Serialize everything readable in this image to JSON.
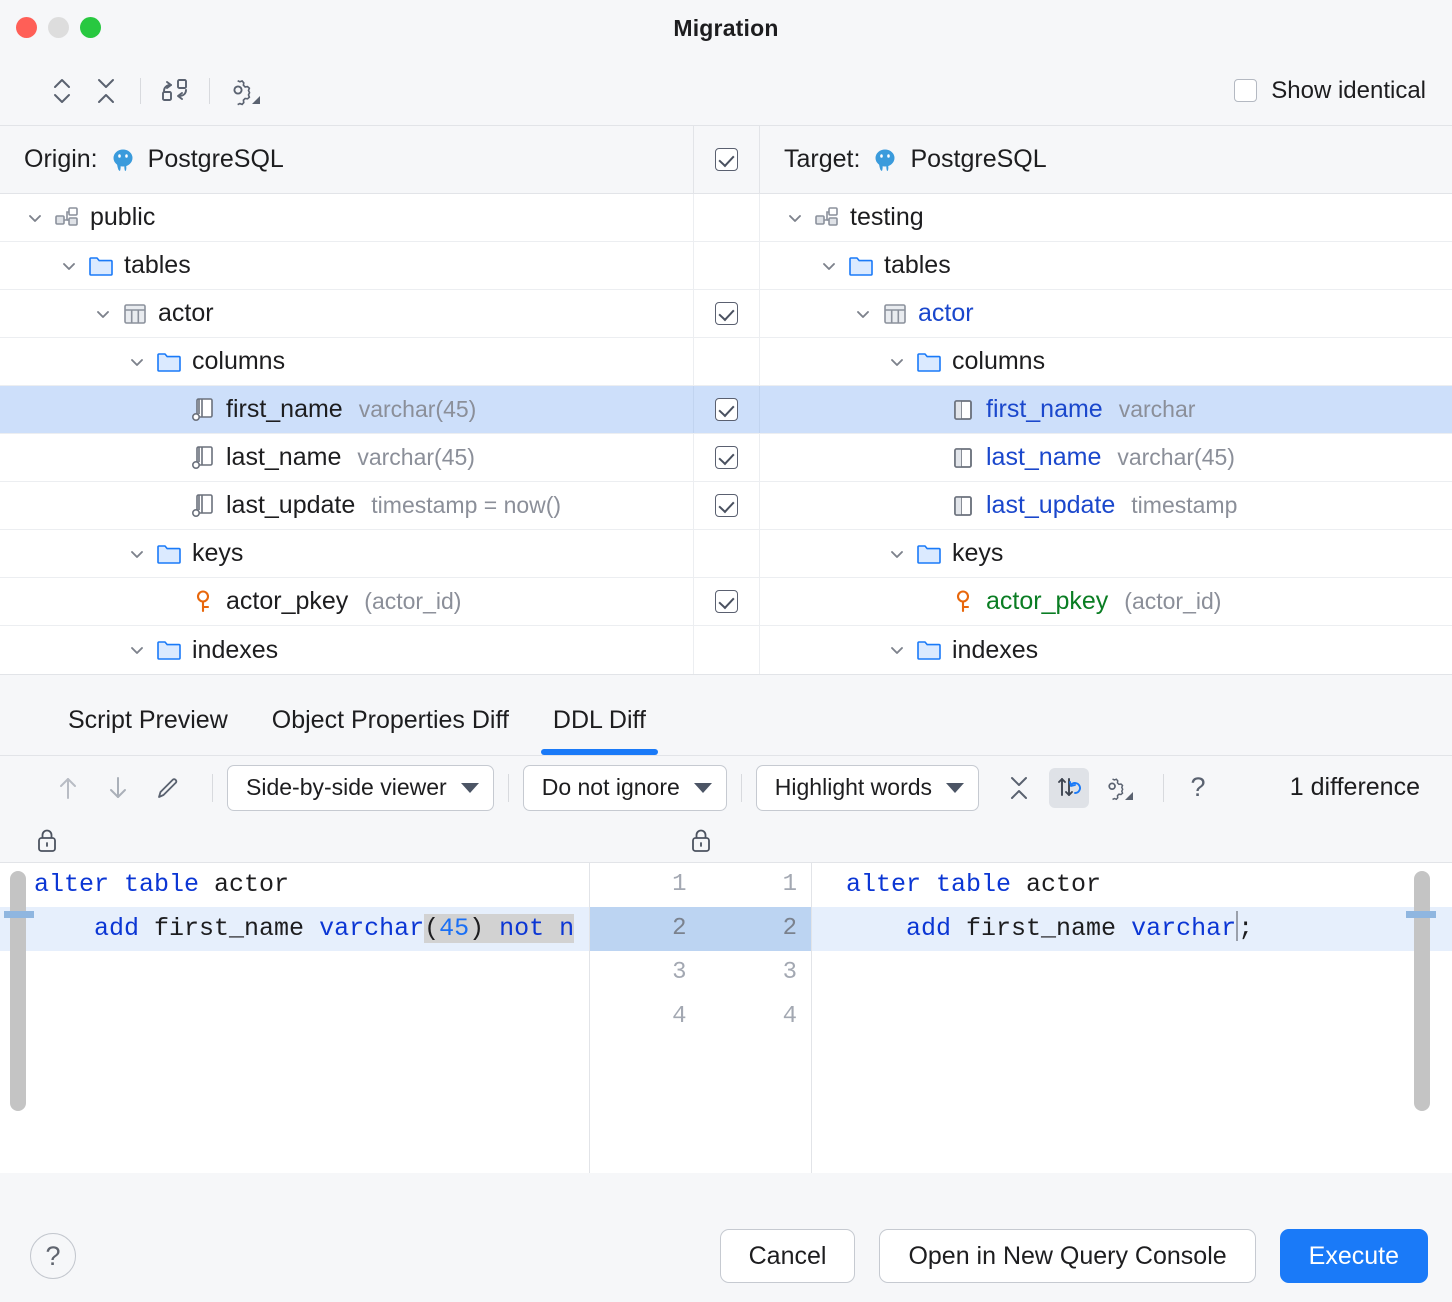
{
  "window": {
    "title": "Migration"
  },
  "toolbar": {
    "expand_collapse_label": "expand-collapse",
    "collapse_all_label": "collapse-all",
    "swap_label": "swap-sources",
    "settings_label": "settings",
    "show_identical_label": "Show identical",
    "show_identical_checked": false
  },
  "tree": {
    "origin": {
      "prefix": "Origin:",
      "db": "PostgreSQL"
    },
    "target": {
      "prefix": "Target:",
      "db": "PostgreSQL"
    },
    "header_checkbox_checked": true,
    "rows": [
      {
        "indent": 0,
        "chevron": true,
        "icon": "schema-icon",
        "left_name": "public",
        "left_meta": "",
        "left_color": "black",
        "right_name": "testing",
        "right_meta": "",
        "right_color": "black",
        "right_icon": "schema-icon",
        "checkbox": false,
        "selected": false
      },
      {
        "indent": 1,
        "chevron": true,
        "icon": "folder-icon",
        "left_name": "tables",
        "left_meta": "",
        "left_color": "black",
        "right_name": "tables",
        "right_meta": "",
        "right_color": "black",
        "right_icon": "folder-icon",
        "checkbox": false,
        "selected": false
      },
      {
        "indent": 2,
        "chevron": true,
        "icon": "table-icon",
        "left_name": "actor",
        "left_meta": "",
        "left_color": "black",
        "right_name": "actor",
        "right_meta": "",
        "right_color": "blue",
        "right_icon": "table-icon",
        "checkbox": true,
        "selected": false
      },
      {
        "indent": 3,
        "chevron": true,
        "icon": "folder-icon",
        "left_name": "columns",
        "left_meta": "",
        "left_color": "black",
        "right_name": "columns",
        "right_meta": "",
        "right_color": "black",
        "right_icon": "folder-icon",
        "checkbox": false,
        "selected": false
      },
      {
        "indent": 4,
        "chevron": false,
        "icon": "column-key-icon",
        "left_name": "first_name",
        "left_meta": "varchar(45)",
        "left_color": "black",
        "right_name": "first_name",
        "right_meta": "varchar",
        "right_color": "blue",
        "right_icon": "column-icon",
        "checkbox": true,
        "selected": true
      },
      {
        "indent": 4,
        "chevron": false,
        "icon": "column-key-icon",
        "left_name": "last_name",
        "left_meta": "varchar(45)",
        "left_color": "black",
        "right_name": "last_name",
        "right_meta": "varchar(45)",
        "right_color": "blue",
        "right_icon": "column-icon",
        "checkbox": true,
        "selected": false
      },
      {
        "indent": 4,
        "chevron": false,
        "icon": "column-key-icon",
        "left_name": "last_update",
        "left_meta": "timestamp = now()",
        "left_color": "black",
        "right_name": "last_update",
        "right_meta": "timestamp",
        "right_color": "blue",
        "right_icon": "column-icon",
        "checkbox": true,
        "selected": false
      },
      {
        "indent": 3,
        "chevron": true,
        "icon": "folder-icon",
        "left_name": "keys",
        "left_meta": "",
        "left_color": "black",
        "right_name": "keys",
        "right_meta": "",
        "right_color": "black",
        "right_icon": "folder-icon",
        "checkbox": false,
        "selected": false
      },
      {
        "indent": 4,
        "chevron": false,
        "icon": "key-icon",
        "left_name": "actor_pkey",
        "left_meta": "(actor_id)",
        "left_color": "black",
        "right_name": "actor_pkey",
        "right_meta": "(actor_id)",
        "right_color": "green",
        "right_icon": "key-icon",
        "checkbox": true,
        "selected": false
      },
      {
        "indent": 3,
        "chevron": true,
        "icon": "folder-icon",
        "left_name": "indexes",
        "left_meta": "",
        "left_color": "black",
        "right_name": "indexes",
        "right_meta": "",
        "right_color": "black",
        "right_icon": "folder-icon",
        "checkbox": false,
        "selected": false
      }
    ]
  },
  "tabs": [
    {
      "label": "Script Preview",
      "active": false
    },
    {
      "label": "Object Properties Diff",
      "active": false
    },
    {
      "label": "DDL Diff",
      "active": true
    }
  ],
  "diff_toolbar": {
    "prev_diff": "previous-difference",
    "next_diff": "next-difference",
    "edit": "edit",
    "viewer_mode": "Side-by-side viewer",
    "ignore_mode": "Do not ignore",
    "highlight_mode": "Highlight words",
    "collapse_unchanged": "collapse-unchanged",
    "sync_scroll": "synchronize-scrolling",
    "settings": "diff-settings",
    "help": "?",
    "difference_count": "1 difference"
  },
  "diff": {
    "left": {
      "readonly_icon": "lock-icon",
      "lines": [
        {
          "tokens": [
            {
              "t": "alter table",
              "c": "kw"
            },
            {
              "t": " actor",
              "c": "pl"
            }
          ],
          "highlight": false
        },
        {
          "tokens": [
            {
              "t": "    ",
              "c": "pl"
            },
            {
              "t": "add",
              "c": "kw"
            },
            {
              "t": " first_name ",
              "c": "pl"
            },
            {
              "t": "varchar",
              "c": "kw"
            },
            {
              "t": "(",
              "c": "pl hl"
            },
            {
              "t": "45",
              "c": "num hl"
            },
            {
              "t": ") ",
              "c": "pl hl"
            },
            {
              "t": "not",
              "c": "kw hl"
            },
            {
              "t": " n",
              "c": "kw hl"
            }
          ],
          "highlight": true
        }
      ]
    },
    "gutter": {
      "rows": [
        {
          "left": "1",
          "right": "1",
          "highlight": false
        },
        {
          "left": "2",
          "right": "2",
          "highlight": true
        },
        {
          "left": "3",
          "right": "3",
          "highlight": false
        },
        {
          "left": "4",
          "right": "4",
          "highlight": false
        }
      ]
    },
    "right": {
      "readonly_icon": "lock-icon",
      "lines": [
        {
          "tokens": [
            {
              "t": "alter table",
              "c": "kw"
            },
            {
              "t": " actor",
              "c": "pl"
            }
          ],
          "highlight": false
        },
        {
          "tokens": [
            {
              "t": "    ",
              "c": "pl"
            },
            {
              "t": "add",
              "c": "kw"
            },
            {
              "t": " first_name ",
              "c": "pl"
            },
            {
              "t": "varchar",
              "c": "kw"
            },
            {
              "t": ";",
              "c": "pl"
            }
          ],
          "highlight": true,
          "caret": true
        }
      ]
    }
  },
  "footer": {
    "help_label": "?",
    "cancel_label": "Cancel",
    "open_console_label": "Open in New Query Console",
    "execute_label": "Execute"
  },
  "colors": {
    "accent": "#1a7af8",
    "selection": "#cddffa",
    "diff_line": "#e6effc",
    "word_diff": "#d2d2d2",
    "key_icon": "#e8670c",
    "green_name": "#0a7d23",
    "blue_name": "#1a47cc"
  }
}
